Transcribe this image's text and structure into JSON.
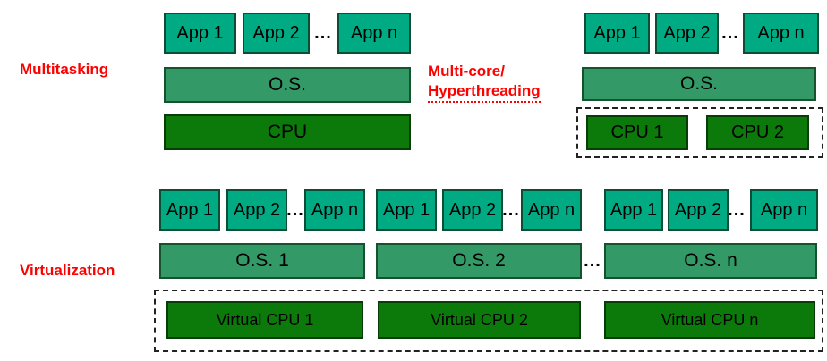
{
  "colors": {
    "app_box": "#00ab84",
    "os_box": "#339966",
    "cpu_box": "#0b7a0b",
    "section_label": "#ff0000"
  },
  "multitasking": {
    "label": "Multitasking",
    "apps": [
      "App 1",
      "App 2",
      "App n"
    ],
    "ellipsis": "...",
    "os": "O.S.",
    "cpu": "CPU"
  },
  "multicore": {
    "label_line1": "Multi-core/",
    "label_line2": "Hyperthreading",
    "apps": [
      "App 1",
      "App 2",
      "App n"
    ],
    "ellipsis": "...",
    "os": "O.S.",
    "cpus": [
      "CPU 1",
      "CPU 2"
    ]
  },
  "virtualization": {
    "label": "Virtualization",
    "stacks": [
      {
        "apps": [
          "App 1",
          "App 2",
          "App n"
        ],
        "ellipsis": "...",
        "os": "O.S. 1"
      },
      {
        "apps": [
          "App 1",
          "App 2",
          "App n"
        ],
        "ellipsis": "...",
        "os": "O.S. 2"
      },
      {
        "apps": [
          "App 1",
          "App 2",
          "App n"
        ],
        "ellipsis": "...",
        "os": "O.S. n"
      }
    ],
    "os_ellipsis": "...",
    "virtual_cpus": [
      "Virtual CPU 1",
      "Virtual CPU 2",
      "Virtual CPU n"
    ]
  }
}
